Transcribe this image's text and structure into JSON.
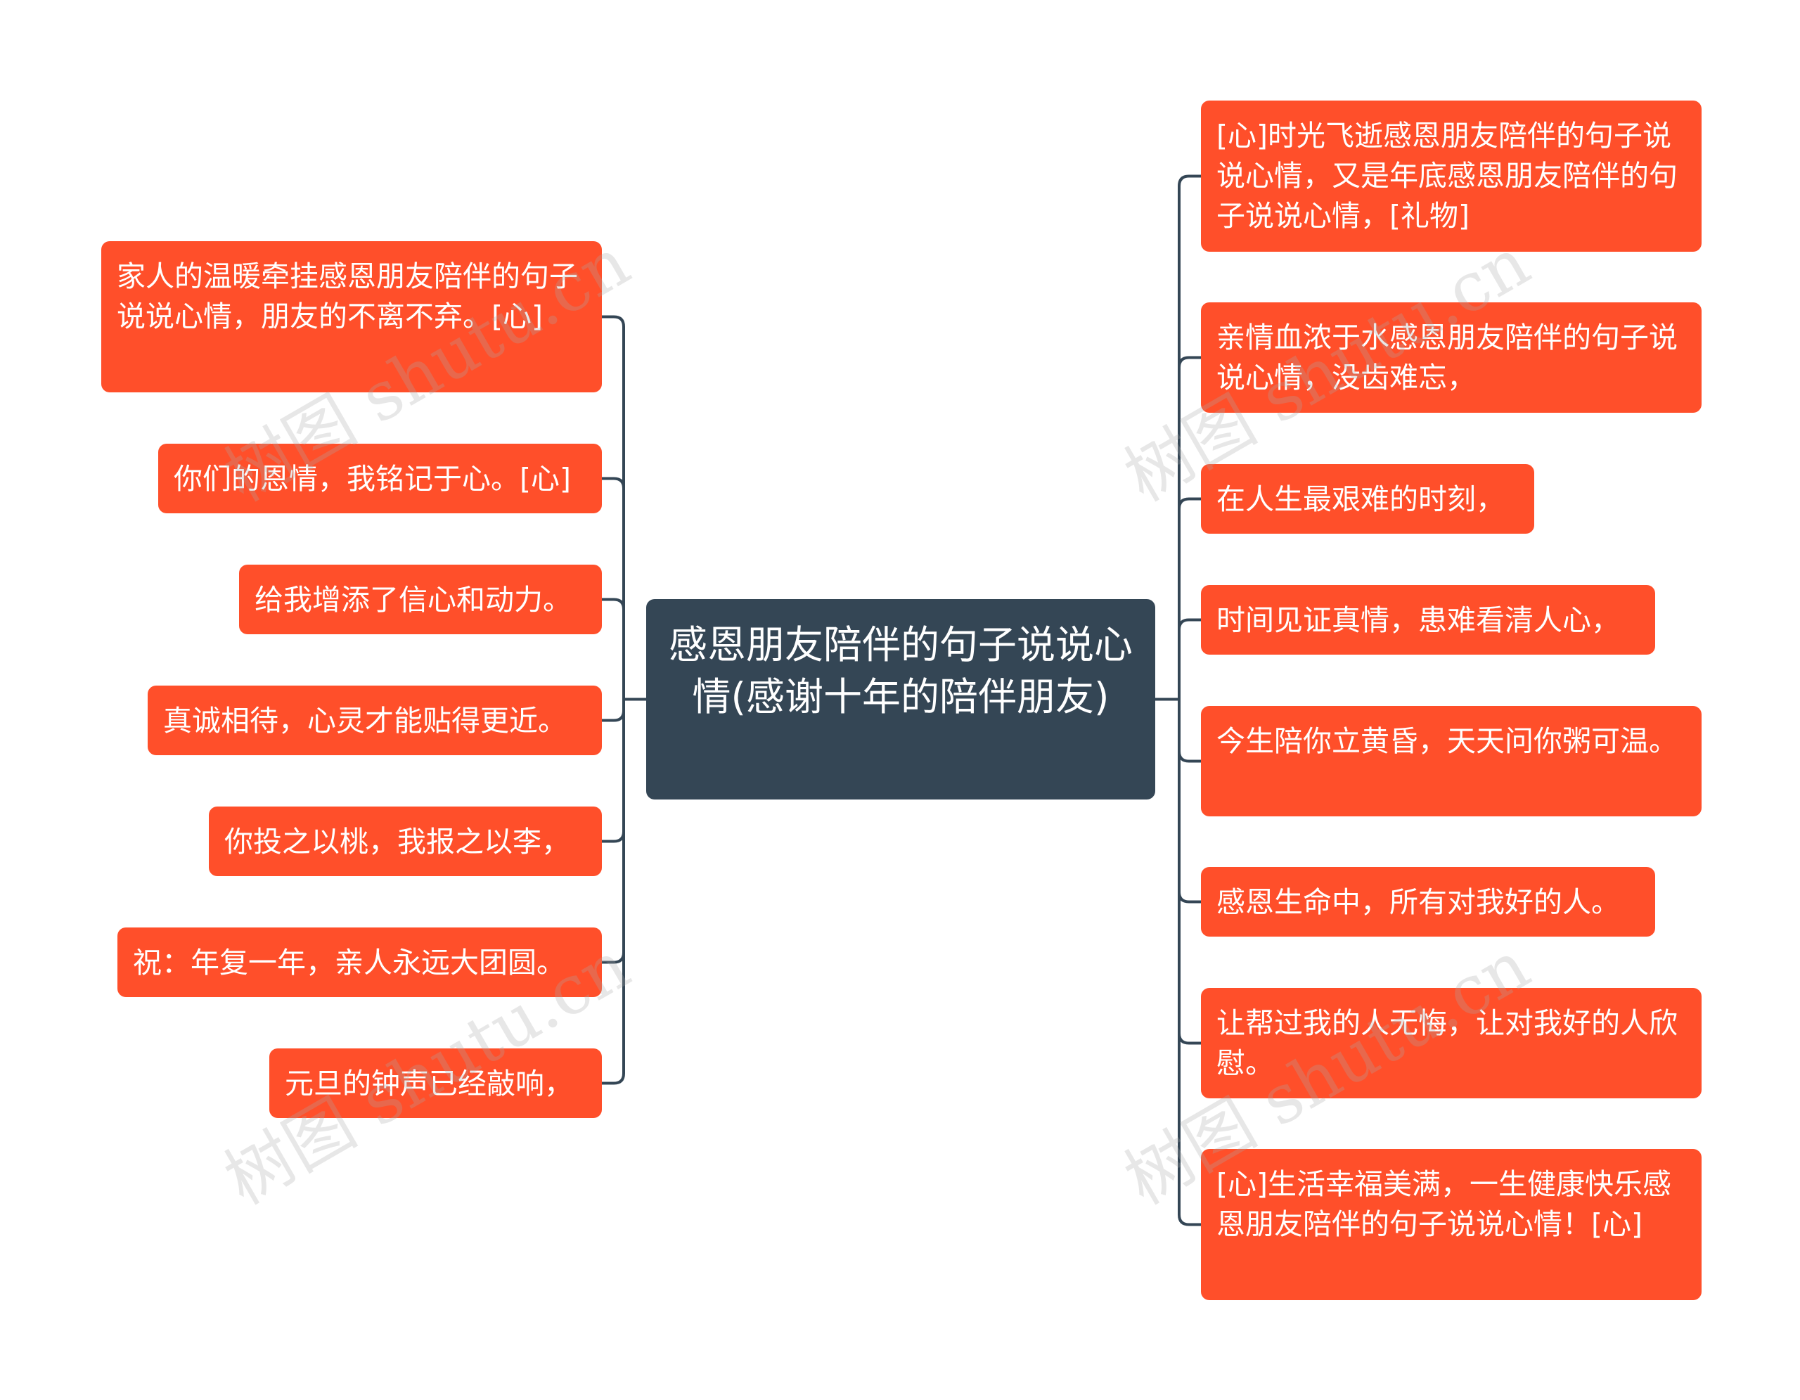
{
  "center": {
    "text": "感恩朋友陪伴的句子说说心情(感谢十年的陪伴朋友)"
  },
  "left_nodes": [
    "家人的温暖牵挂感恩朋友陪伴的句子说说心情，朋友的不离不弃。[心]",
    "你们的恩情，我铭记于心。[心]",
    "给我增添了信心和动力。",
    "真诚相待，心灵才能贴得更近。",
    "你投之以桃，我报之以李，",
    "祝：年复一年，亲人永远大团圆。",
    "元旦的钟声已经敲响，"
  ],
  "right_nodes": [
    "[心]时光飞逝感恩朋友陪伴的句子说说心情，又是年底感恩朋友陪伴的句子说说心情，[礼物]",
    "亲情血浓于水感恩朋友陪伴的句子说说心情，没齿难忘，",
    "在人生最艰难的时刻，",
    "时间见证真情，患难看清人心，",
    "今生陪你立黄昏，天天问你粥可温。",
    "感恩生命中，所有对我好的人。",
    "让帮过我的人无悔，让对我好的人欣慰。",
    "[心]生活幸福美满，一生健康快乐感恩朋友陪伴的句子说说心情！[心]"
  ],
  "watermark": {
    "text": "树图 shutu.cn"
  },
  "colors": {
    "node_fill": "#ff4f2a",
    "center_fill": "#344655",
    "connector": "#344655",
    "text": "#ffffff"
  }
}
